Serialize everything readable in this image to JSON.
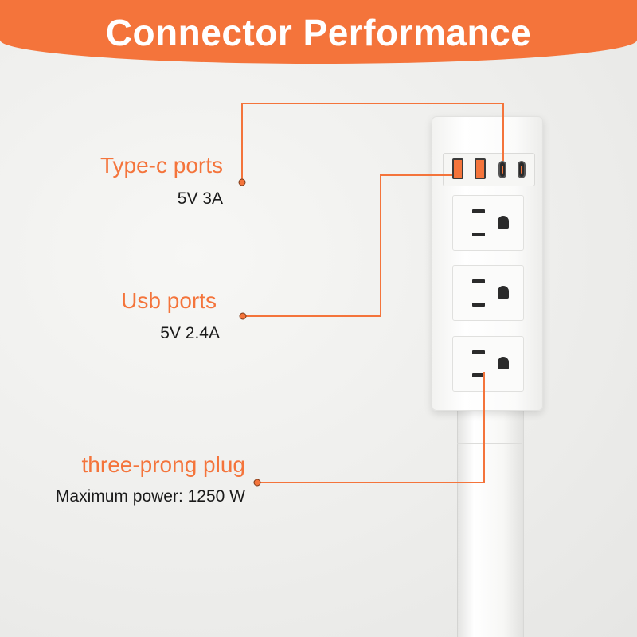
{
  "banner": {
    "title": "Connector Performance"
  },
  "callouts": {
    "type_c": {
      "title": "Type-c ports",
      "spec": "5V 3A"
    },
    "usb": {
      "title": "Usb ports",
      "spec": "5V 2.4A"
    },
    "plug": {
      "title": "three-prong plug",
      "spec": "Maximum power: 1250 W"
    }
  },
  "colors": {
    "accent": "#f4743b",
    "text": "#1a1a1a",
    "banner_text": "#ffffff"
  },
  "device": {
    "usb_a_ports": 2,
    "usb_c_ports": 2,
    "ac_outlets": 3
  }
}
